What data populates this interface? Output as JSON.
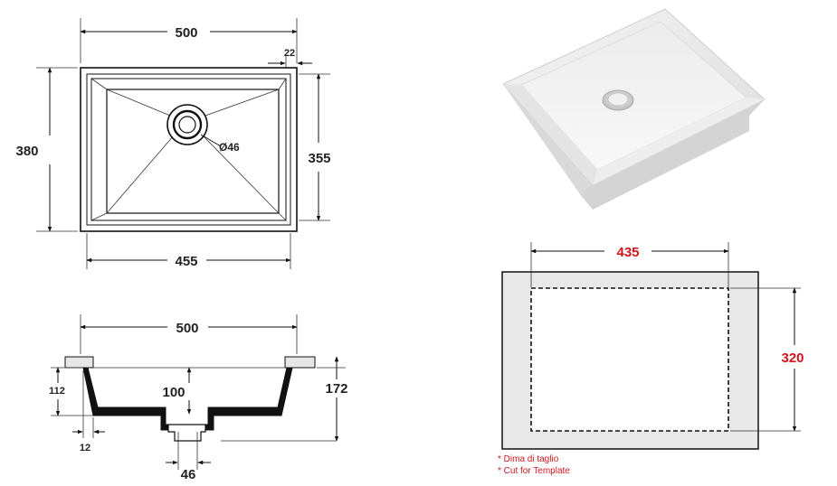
{
  "top_view": {
    "width_label": "500",
    "flange_label": "22",
    "height_label": "380",
    "inner_height_label": "355",
    "inner_width_label": "455",
    "drain_label": "Ø46"
  },
  "section_view": {
    "width_label": "500",
    "depth_label": "100",
    "total_height_label": "172",
    "side_height_label": "112",
    "wall_label": "12",
    "drain_label": "46"
  },
  "template_view": {
    "width_label": "435",
    "height_label": "320",
    "note_it": "* Dima di taglio",
    "note_en": "* Cut for Template"
  },
  "colors": {
    "dimension_text": "#222222",
    "template_text": "#d4161c",
    "template_fill": "#e8e8e8",
    "section_fill": "#111111",
    "flange_fill": "#e6e6e6"
  }
}
